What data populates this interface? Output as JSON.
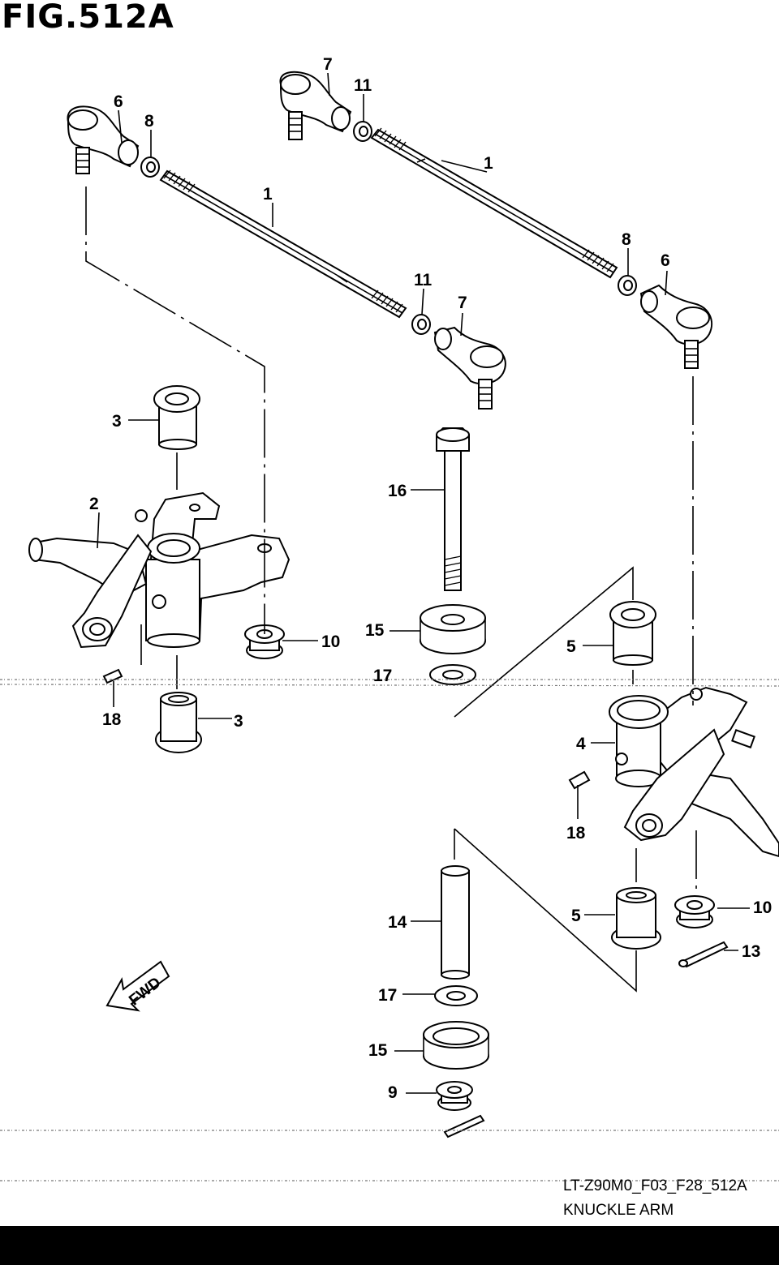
{
  "figure": {
    "title": "FIG.512A",
    "code": "LT-Z90M0_F03_F28_512A",
    "name": "KNUCKLE ARM",
    "direction_label": "FWD"
  },
  "callouts": [
    {
      "id": "c-1a",
      "label": "1"
    },
    {
      "id": "c-1b",
      "label": "1"
    },
    {
      "id": "c-2",
      "label": "2"
    },
    {
      "id": "c-3a",
      "label": "3"
    },
    {
      "id": "c-3b",
      "label": "3"
    },
    {
      "id": "c-4",
      "label": "4"
    },
    {
      "id": "c-5a",
      "label": "5"
    },
    {
      "id": "c-5b",
      "label": "5"
    },
    {
      "id": "c-6a",
      "label": "6"
    },
    {
      "id": "c-6b",
      "label": "6"
    },
    {
      "id": "c-7a",
      "label": "7"
    },
    {
      "id": "c-7b",
      "label": "7"
    },
    {
      "id": "c-8a",
      "label": "8"
    },
    {
      "id": "c-8b",
      "label": "8"
    },
    {
      "id": "c-9",
      "label": "9"
    },
    {
      "id": "c-10a",
      "label": "10"
    },
    {
      "id": "c-10b",
      "label": "10"
    },
    {
      "id": "c-11a",
      "label": "11"
    },
    {
      "id": "c-11b",
      "label": "11"
    },
    {
      "id": "c-13",
      "label": "13"
    },
    {
      "id": "c-14",
      "label": "14"
    },
    {
      "id": "c-15a",
      "label": "15"
    },
    {
      "id": "c-15b",
      "label": "15"
    },
    {
      "id": "c-16",
      "label": "16"
    },
    {
      "id": "c-17a",
      "label": "17"
    },
    {
      "id": "c-17b",
      "label": "17"
    },
    {
      "id": "c-18a",
      "label": "18"
    },
    {
      "id": "c-18b",
      "label": "18"
    }
  ]
}
